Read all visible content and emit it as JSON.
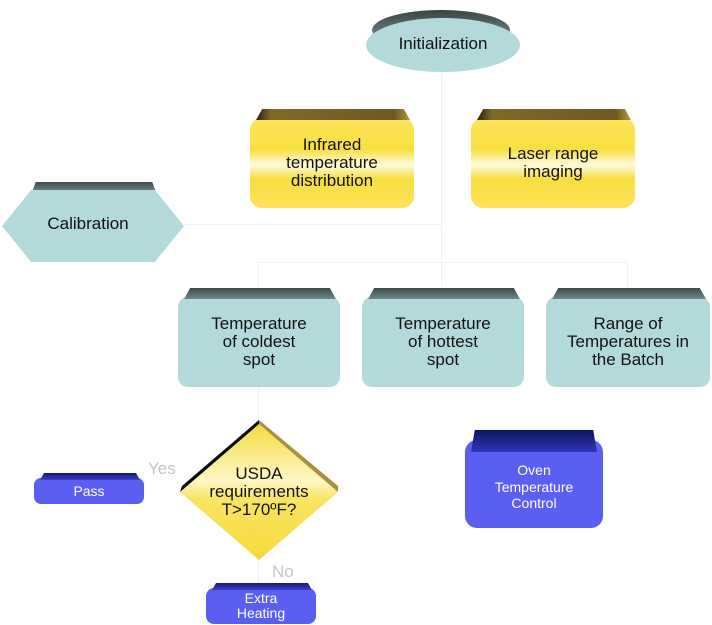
{
  "diagram": {
    "nodes": {
      "initialization": {
        "label": "Initialization"
      },
      "infrared": {
        "lines": [
          "Infrared",
          "temperature",
          "distribution"
        ]
      },
      "laser": {
        "lines": [
          "Laser range",
          "imaging"
        ]
      },
      "calibration": {
        "label": "Calibration"
      },
      "coldest": {
        "lines": [
          "Temperature",
          "of coldest",
          "spot"
        ]
      },
      "hottest": {
        "lines": [
          "Temperature",
          "of hottest",
          "spot"
        ]
      },
      "range": {
        "lines": [
          "Range of",
          "Temperatures in",
          "the Batch"
        ]
      },
      "decision": {
        "lines": [
          "USDA",
          "requirements",
          "T>170ºF?"
        ]
      },
      "pass": {
        "label": "Pass"
      },
      "extra_heating": {
        "lines": [
          "Extra",
          "Heating"
        ]
      },
      "oven": {
        "lines": [
          "Oven",
          "Temperature",
          "Control"
        ]
      }
    },
    "edge_labels": {
      "yes": "Yes",
      "no": "No"
    },
    "colors": {
      "teal": "#b2dadb",
      "gold": "#f8e040",
      "blue": "#5a5ff2"
    }
  }
}
